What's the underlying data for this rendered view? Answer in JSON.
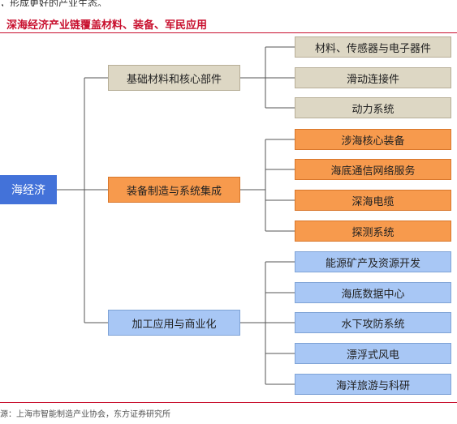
{
  "header": {
    "top_cutoff_text": "，形成更好的产业生态。",
    "title": "深海经济产业链覆盖材料、装备、军民应用"
  },
  "diagram": {
    "root": "海经济",
    "branches": [
      {
        "label": "基础材料和核心部件",
        "color": "#ddd7c4",
        "items": [
          "材料、传感器与电子器件",
          "滑动连接件",
          "动力系统"
        ]
      },
      {
        "label": "装备制造与系统集成",
        "color": "#f79a4d",
        "items": [
          "涉海核心装备",
          "海底通信网络服务",
          "深海电缆",
          "探测系统"
        ]
      },
      {
        "label": "加工应用与商业化",
        "color": "#a8c7f5",
        "items": [
          "能源矿产及资源开发",
          "海底数据中心",
          "水下攻防系统",
          "漂浮式风电",
          "海洋旅游与科研"
        ]
      }
    ]
  },
  "footer": {
    "source": "源：上海市智能制造产业协会，东方证券研究所"
  }
}
